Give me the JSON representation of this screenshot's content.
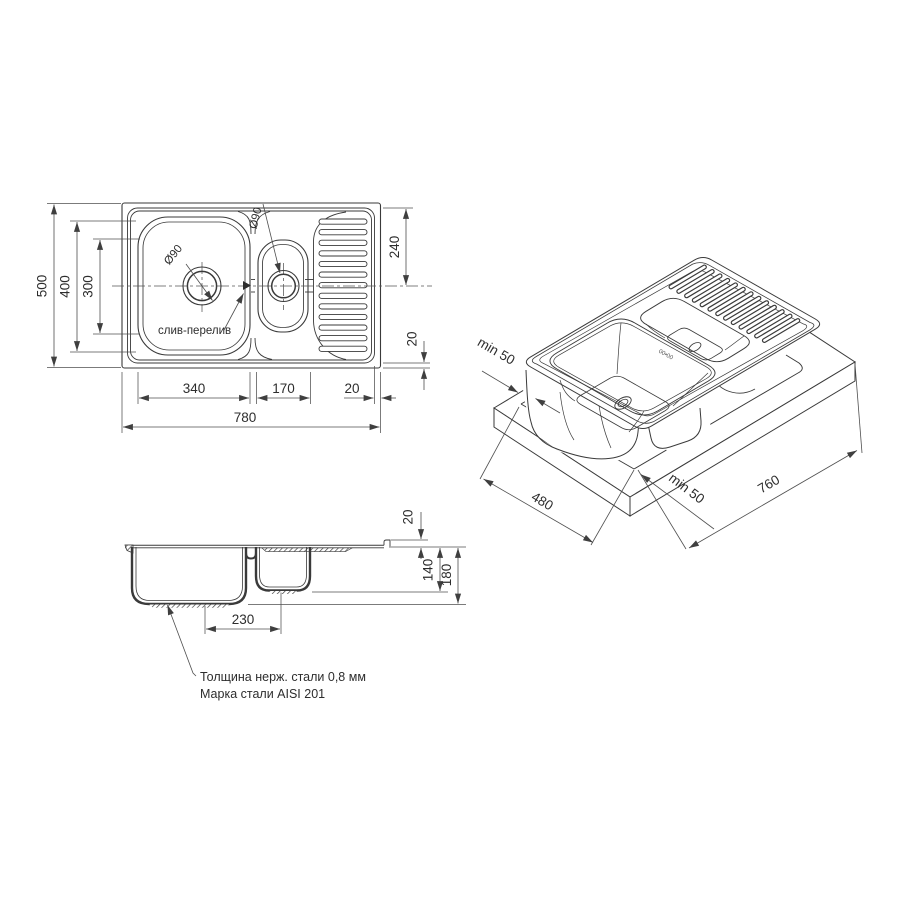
{
  "drawing": {
    "plan": {
      "overall_length": "780",
      "overall_depth": "500",
      "rim_depth": "400",
      "bowl_inner_depth": "300",
      "main_bowl_width": "340",
      "small_bowl_width": "170",
      "edge_gap_bottom": "20",
      "drainer_span": "240",
      "edge_gap_right": "20",
      "main_drain_diameter": "Ø90",
      "small_drain_diameter": "Ø90",
      "overflow_label": "слив-перелив"
    },
    "iso": {
      "clearance_back": "min 50",
      "clearance_front": "min 50",
      "cutout_width": "480",
      "cutout_length": "760",
      "stamp": "00•00"
    },
    "section": {
      "rim_height": "20",
      "small_bowl_depth": "140",
      "main_bowl_depth": "180",
      "drain_spacing": "230",
      "note_thickness": "Толщина нерж. стали 0,8 мм",
      "note_grade": "Марка стали AISI 201"
    },
    "colors": {
      "line": "#3a3a3a",
      "dim": "#4f4f4f",
      "text": "#2d2d2d"
    }
  }
}
